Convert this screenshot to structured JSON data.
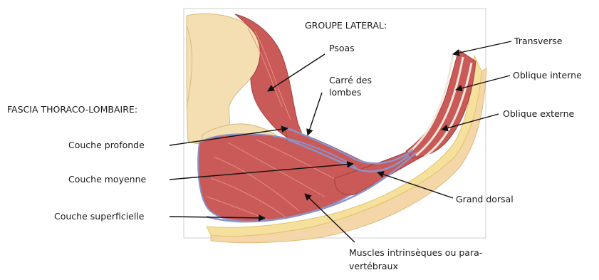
{
  "labels": {
    "groupe_lateral": "GROUPE LATERAL:",
    "psoas": "Psoas",
    "carre_line1": "Carré des",
    "carre_line2": "lombes",
    "fascia": "FASCIA THORACO-LOMBAIRE:",
    "couche_profonde": "Couche profonde",
    "couche_moyenne": "Couche moyenne",
    "couche_superficielle": "Couche superficielle",
    "transverse": "Transverse",
    "oblique_interne": "Oblique interne",
    "oblique_externe": "Oblique externe",
    "grand_dorsal": "Grand dorsal",
    "muscles_line1": "Muscles intrinsèques ou para-",
    "muscles_line2": "vertébraux"
  },
  "colors": {
    "muscle": "#c95a58",
    "muscle_light": "#e58f86",
    "bone": "#f3dfb1",
    "fat": "#f5e19d",
    "skin": "#f4d6a8",
    "fascia": "#8c93c9",
    "line": "#111111"
  }
}
